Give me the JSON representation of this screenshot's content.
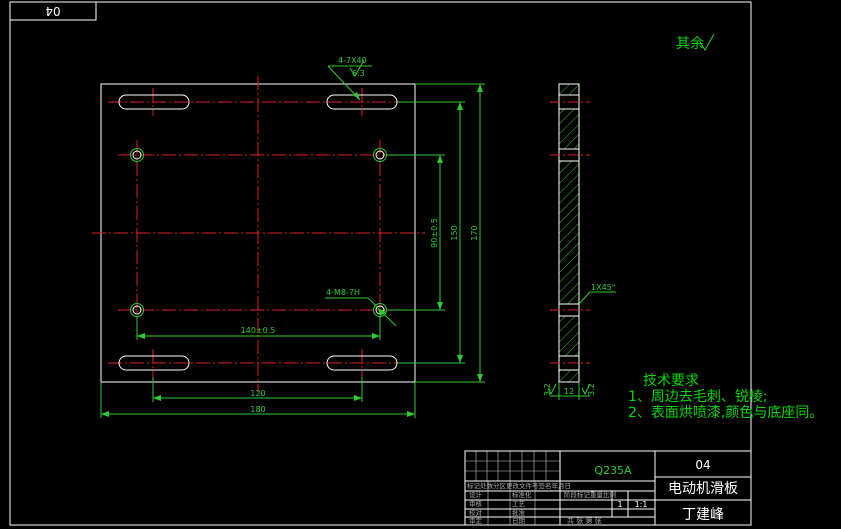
{
  "drawing": {
    "number": "04",
    "roughness_note": "其余",
    "dims": {
      "holes_slots": "4-7X40",
      "slot_sub": "6.3",
      "vertical_150": "150",
      "vertical_170": "170",
      "vertical_90": "90±0.5",
      "tapped_holes": "4-M8-7H",
      "horizontal_140": "140±0.5",
      "horizontal_120": "120",
      "horizontal_180": "180",
      "chamfer": "1X45°",
      "thickness": "12",
      "side_roughness": "3.2",
      "left_roughness": "3.2"
    },
    "tech": {
      "title": "技术要求",
      "line1": "1、周边去毛刺、锐棱;",
      "line2": "2、表面烘喷漆,颜色与底座同。"
    }
  },
  "title_block": {
    "material": "Q235A",
    "number": "04",
    "part_name": "电动机滑板",
    "author": "丁建峰",
    "rev_header": "标记处数分区更改文件号签名年月日",
    "row_design": [
      "设计",
      "标准化"
    ],
    "row_check": [
      "审核",
      "工艺"
    ],
    "row_approve": [
      "校对",
      "批准"
    ],
    "row_review": [
      "审定",
      "日期"
    ],
    "stage_header": "阶段标记重量比例",
    "qty": "1",
    "scale": "1:1",
    "sheets": "共 张 第 张"
  }
}
